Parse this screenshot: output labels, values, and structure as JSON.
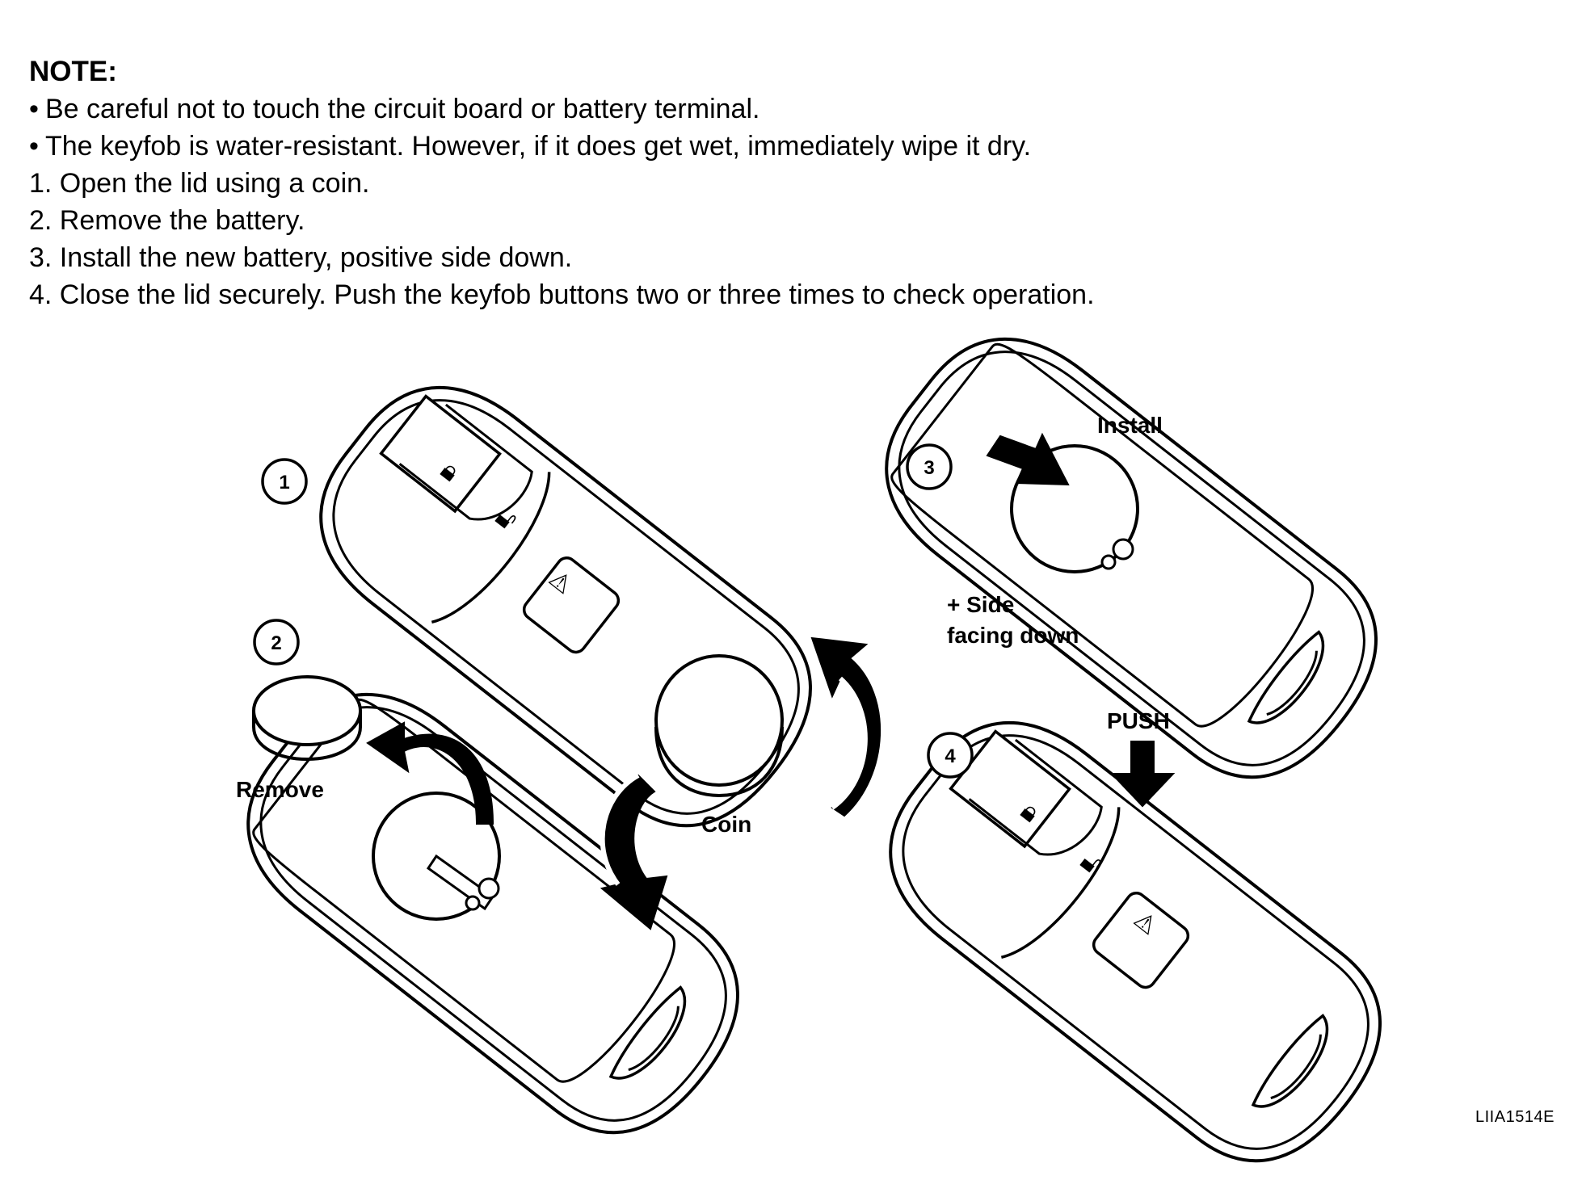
{
  "note": {
    "heading": "NOTE:",
    "bullets": [
      "Be careful not to touch the circuit board or battery terminal.",
      "The keyfob is water-resistant.  However, if it does get wet, immediately wipe it dry."
    ],
    "steps": [
      "1. Open the lid using a coin.",
      "2. Remove the battery.",
      "3. Install the new battery, positive side down.",
      "4. Close the lid securely.  Push the keyfob buttons two or three times to check operation."
    ]
  },
  "diagram": {
    "step_numbers": [
      "1",
      "2",
      "3",
      "4"
    ],
    "labels": {
      "remove": "Remove",
      "coin": "Coin",
      "install": "Install",
      "side_line1": "+ Side",
      "side_line2": "facing down",
      "push": "PUSH"
    }
  },
  "figure_code": "LIIA1514E"
}
